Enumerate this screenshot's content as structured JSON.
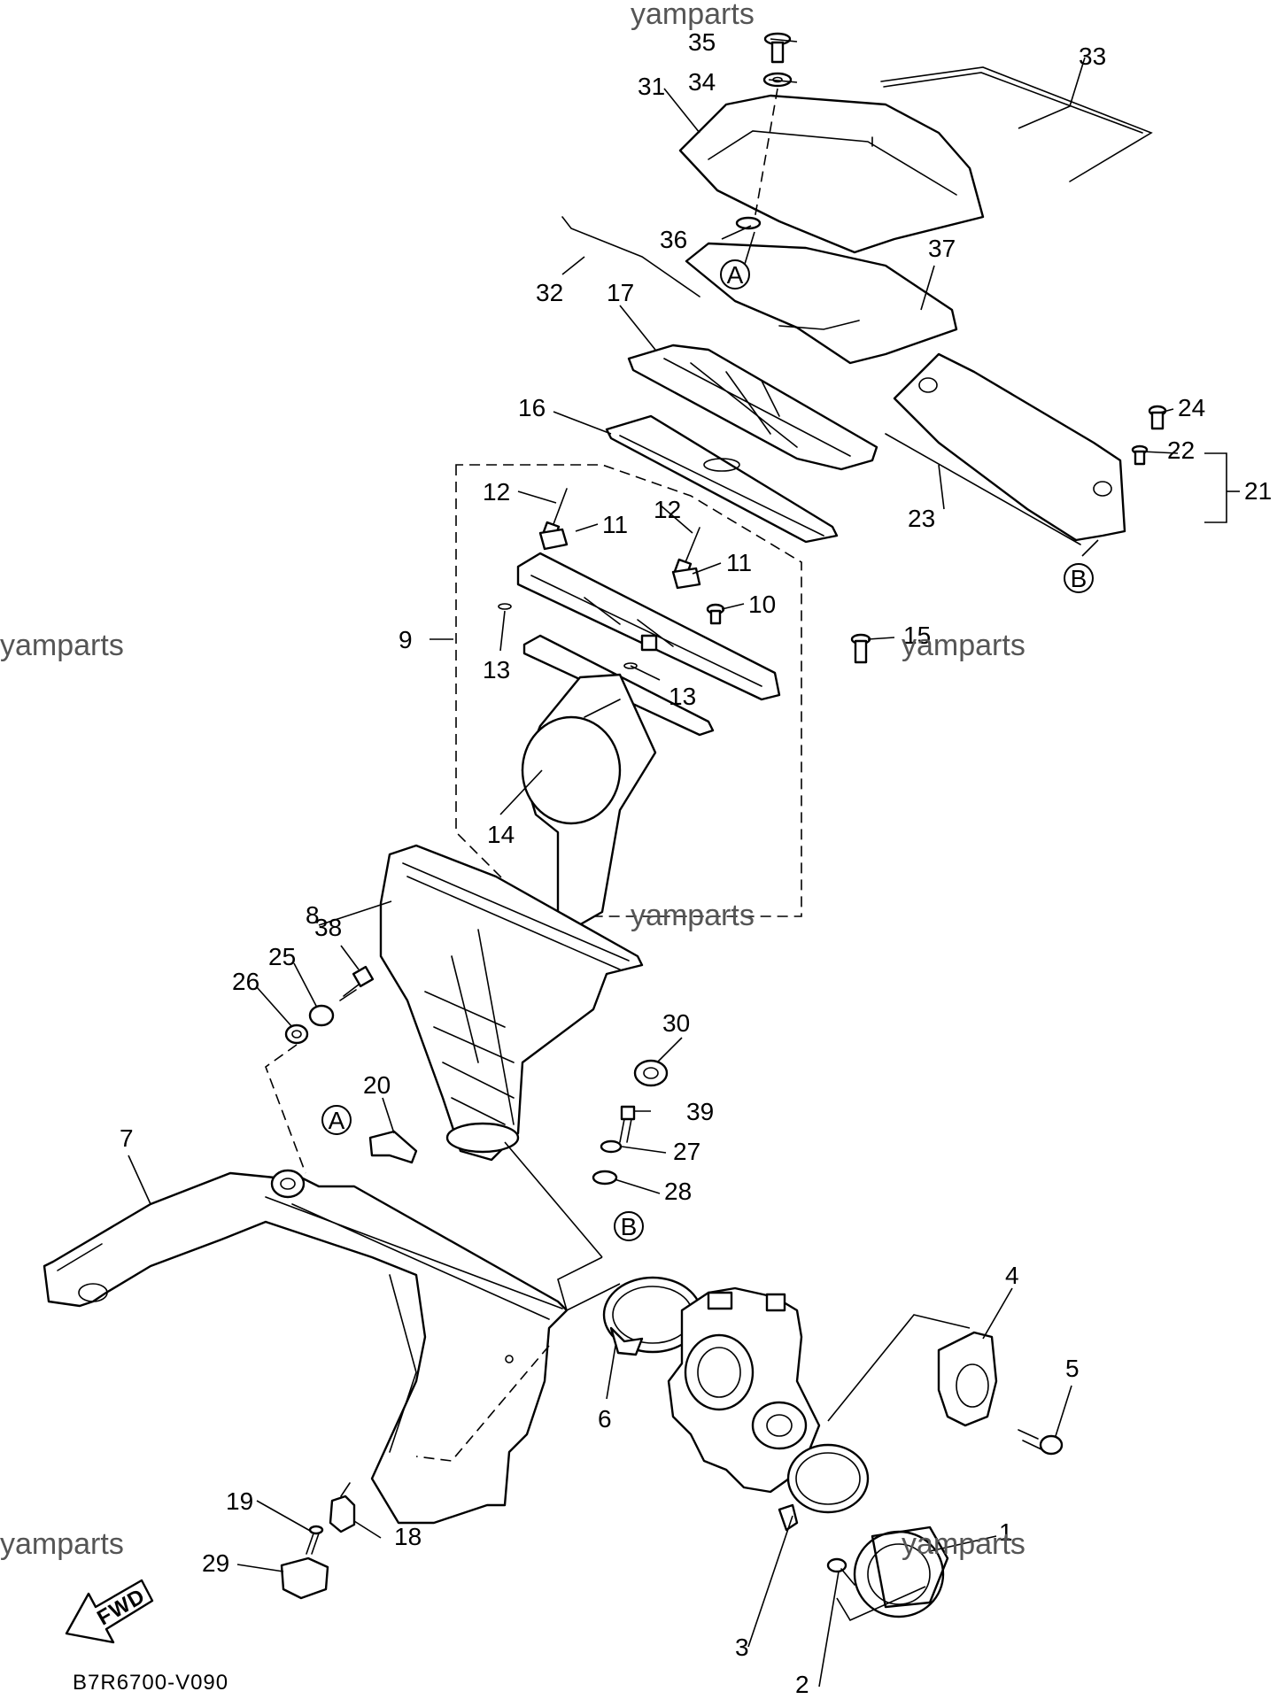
{
  "watermarks": [
    "yamparts",
    "yamparts",
    "yamparts",
    "yamparts",
    "yamparts",
    "yamparts"
  ],
  "labels": {
    "p1": "1",
    "p2": "2",
    "p3": "3",
    "p4": "4",
    "p5": "5",
    "p6": "6",
    "p7": "7",
    "p8": "8",
    "p9": "9",
    "p10": "10",
    "p11a": "11",
    "p11b": "11",
    "p12a": "12",
    "p12b": "12",
    "p13a": "13",
    "p13b": "13",
    "p14": "14",
    "p15": "15",
    "p16": "16",
    "p17": "17",
    "p18": "18",
    "p19": "19",
    "p20": "20",
    "p21": "21",
    "p22": "22",
    "p23": "23",
    "p24": "24",
    "p25": "25",
    "p26": "26",
    "p27": "27",
    "p28": "28",
    "p29": "29",
    "p30": "30",
    "p31": "31",
    "p32": "32",
    "p33": "33",
    "p34": "34",
    "p35": "35",
    "p36": "36",
    "p37": "37",
    "p38": "38",
    "p39": "39"
  },
  "refs": {
    "a_top": "A",
    "a_mid": "A",
    "b_mid": "B",
    "b_right": "B"
  },
  "fwd": "FWD",
  "diagram_code": "B7R6700-V090"
}
